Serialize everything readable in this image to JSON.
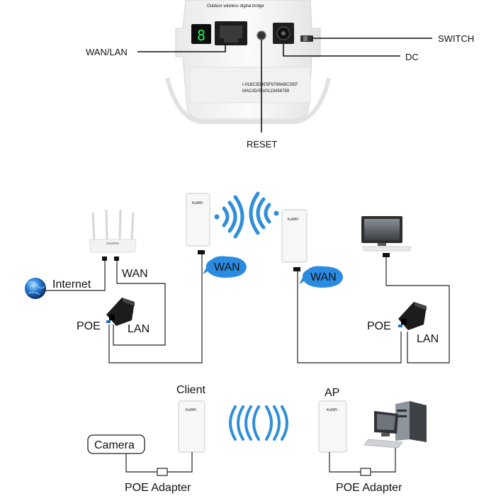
{
  "top_callouts": {
    "wan_lan": "WAN/LAN",
    "switch": "SWITCH",
    "dc": "DC",
    "reset": "RESET"
  },
  "top_device": {
    "led_display": "8",
    "print_line_1": "Outdoor wireless digital bridge",
    "print_line_2": "I-01BC3D4E5F6789ABCDEF",
    "print_line_3": "MAC/ID/SN/0123456789"
  },
  "middle": {
    "internet": "Internet",
    "wan_router": "WAN",
    "poe_left": "POE",
    "lan_left": "LAN",
    "brand_left": "KuWFi",
    "brand_right": "KuWFi",
    "wan_bubble_left": "WAN",
    "wan_bubble_right": "WAN",
    "poe_right": "POE",
    "lan_right": "LAN"
  },
  "bottom": {
    "client": "Client",
    "ap": "AP",
    "camera": "Camera",
    "brand_client": "KuWFi",
    "brand_ap": "KuWFi",
    "poe_adapter_left": "POE Adapter",
    "poe_adapter_right": "POE Adapter"
  },
  "colors": {
    "wifi_blue": "#2f8fd8",
    "bubble_blue": "#2a8be0",
    "led_green": "#2ee55a",
    "globe_blue": "#1f6fc6"
  }
}
